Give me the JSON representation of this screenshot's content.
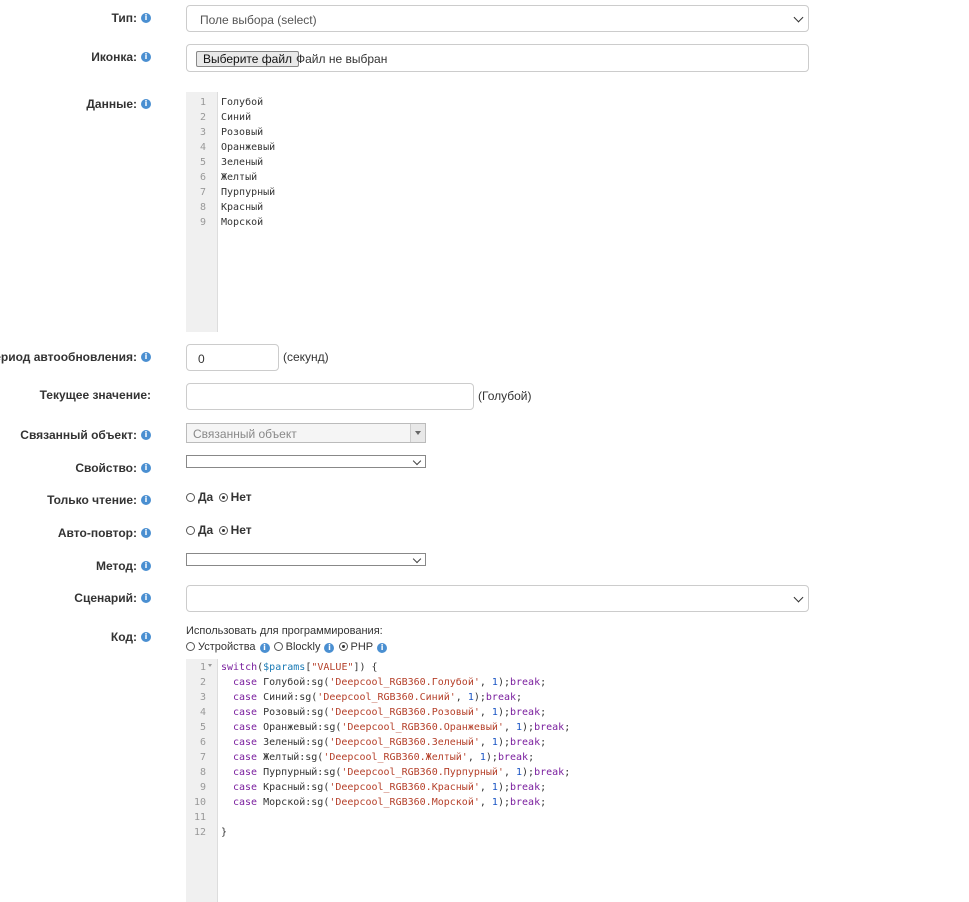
{
  "labels": {
    "type": "Тип:",
    "icon": "Иконка:",
    "data": "Данные:",
    "refresh": "Период автообновления:",
    "current": "Текущее значение:",
    "linked": "Связанный объект:",
    "property": "Свойство:",
    "readonly": "Только чтение:",
    "repeat": "Авто-повтор:",
    "method": "Метод:",
    "script": "Сценарий:",
    "code": "Код:"
  },
  "type_select": {
    "value": "Поле выбора (select)"
  },
  "file": {
    "button": "Выберите файл",
    "status": "Файл не выбран"
  },
  "data_lines": [
    "Голубой",
    "Синий",
    "Розовый",
    "Оранжевый",
    "Зеленый",
    "Желтый",
    "Пурпурный",
    "Красный",
    "Морской"
  ],
  "data_line_numbers": [
    "1",
    "2",
    "3",
    "4",
    "5",
    "6",
    "7",
    "8",
    "9"
  ],
  "refresh": {
    "value": "0",
    "unit": "(секунд)"
  },
  "current": {
    "value": "",
    "hint": "(Голубой)"
  },
  "linked": {
    "placeholder": "Связанный объект"
  },
  "readonly": {
    "yes": "Да",
    "no": "Нет",
    "selected": "no"
  },
  "repeat": {
    "yes": "Да",
    "no": "Нет",
    "selected": "no"
  },
  "code": {
    "use_for": "Использовать для программирования:",
    "options": [
      "Устройства",
      "Blockly",
      "PHP"
    ],
    "selected": "PHP",
    "line_numbers": [
      "1",
      "2",
      "3",
      "4",
      "5",
      "6",
      "7",
      "8",
      "9",
      "10",
      "11",
      "12"
    ],
    "first_line": "switch($params[\"VALUE\"]) {",
    "cases": [
      {
        "name": "Голубой",
        "target": "'Deepcool_RGB360.Голубой'"
      },
      {
        "name": "Синий",
        "target": "'Deepcool_RGB360.Синий'"
      },
      {
        "name": "Розовый",
        "target": "'Deepcool_RGB360.Розовый'"
      },
      {
        "name": "Оранжевый",
        "target": "'Deepcool_RGB360.Оранжевый'"
      },
      {
        "name": "Зеленый",
        "target": "'Deepcool_RGB360.Зеленый'"
      },
      {
        "name": "Желтый",
        "target": "'Deepcool_RGB360.Желтый'"
      },
      {
        "name": "Пурпурный",
        "target": "'Deepcool_RGB360.Пурпурный'"
      },
      {
        "name": "Красный",
        "target": "'Deepcool_RGB360.Красный'"
      },
      {
        "name": "Морской",
        "target": "'Deepcool_RGB360.Морской'"
      }
    ],
    "last_line": "}"
  },
  "colors": {
    "info": "#4a8fd1",
    "keyword": "#7a1f9e",
    "string": "#b5402a",
    "number": "#1a55c4"
  }
}
